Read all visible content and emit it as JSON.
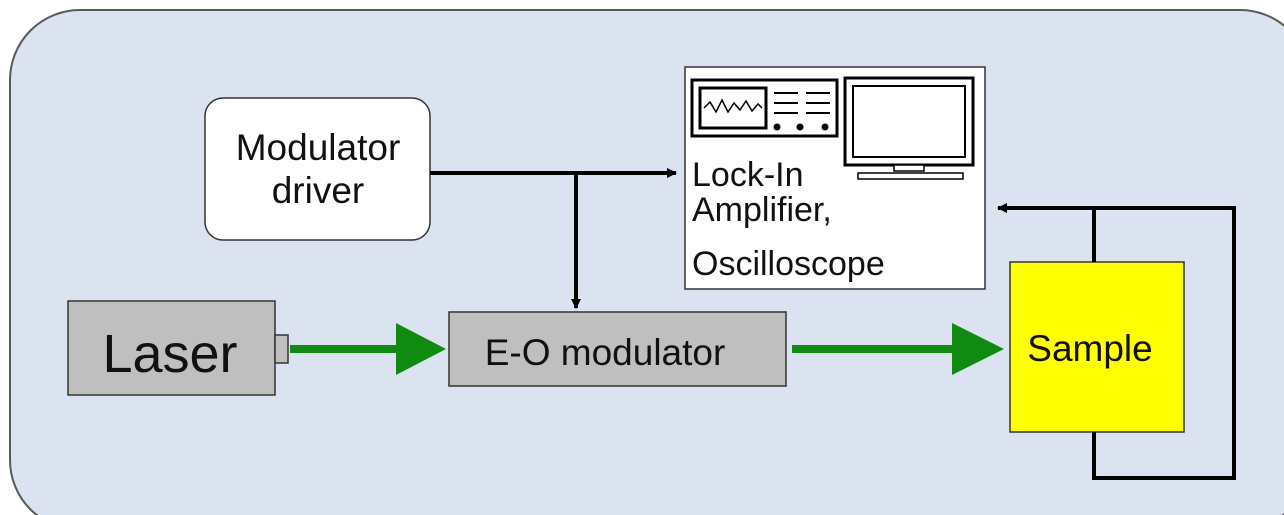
{
  "colors": {
    "panel_fill": "#dae3ef",
    "panel_stroke": "#5a5a5a",
    "box_gray": "#bfbfbf",
    "sample_fill": "#ffff00",
    "beam_green": "#118a11",
    "wire_black": "#000000"
  },
  "nodes": {
    "modulator_driver": {
      "line1": "Modulator",
      "line2": "driver"
    },
    "laser": {
      "label": "Laser"
    },
    "eo_modulator": {
      "label": "E-O modulator"
    },
    "lock_in": {
      "line1": "Lock-In",
      "line2": "Amplifier,",
      "line3": "Oscilloscope",
      "icon": "oscilloscope-icon"
    },
    "sample": {
      "label": "Sample"
    }
  }
}
